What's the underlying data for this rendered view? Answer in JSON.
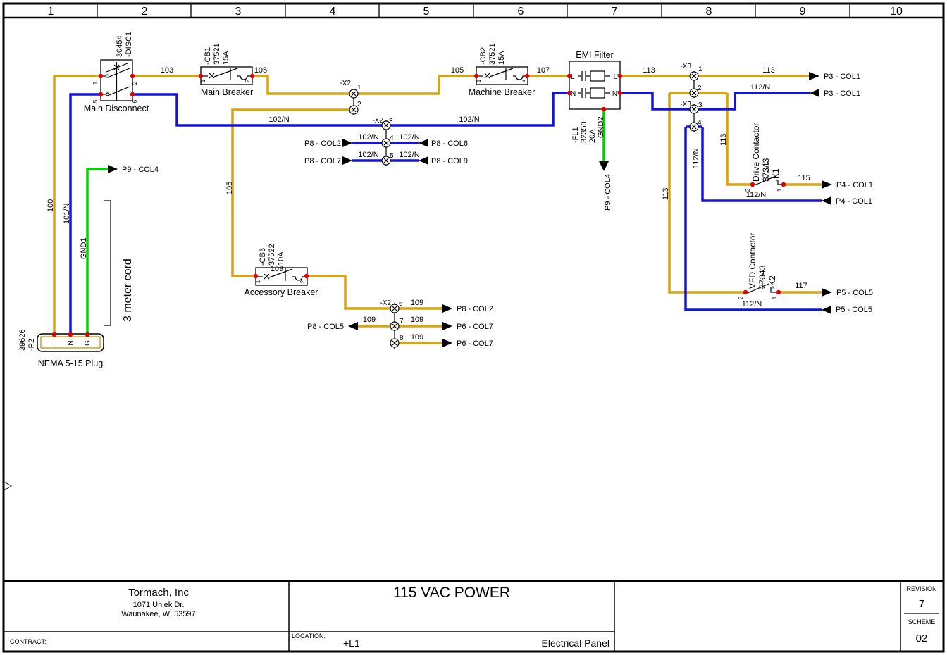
{
  "ruler": {
    "cols": [
      "1",
      "2",
      "3",
      "4",
      "5",
      "6",
      "7",
      "8",
      "9",
      "10"
    ]
  },
  "frame": {
    "side_marker": ">"
  },
  "terminals": {
    "x2": "-X2",
    "x3": "-X3"
  },
  "pins": {
    "p1": "1",
    "p2": "2",
    "p3": "3",
    "p4": "4",
    "p5": "5",
    "p6": "6",
    "p7": "7",
    "p8": "8"
  },
  "components": {
    "main_disconnect": {
      "name": "Main Disconnect",
      "part": "30454",
      "tag": "-DISC1",
      "pin1": "1",
      "pin2": "2",
      "pin5": "5",
      "pin6": "6"
    },
    "main_breaker": {
      "name": "Main Breaker",
      "tag": "-CB1",
      "part": "37521",
      "rating": "15A"
    },
    "machine_breaker": {
      "name": "Machine Breaker",
      "tag": "-CB2",
      "part": "37521",
      "rating": "15A"
    },
    "accessory_breaker": {
      "name": "Accessory Breaker",
      "tag": "-CB3",
      "part": "37522",
      "rating": "10A"
    },
    "emi_filter": {
      "name": "EMI Filter",
      "tag": "-FL1",
      "part": "32350",
      "rating": "20A",
      "t_l": "L",
      "t_n": "N",
      "t_lp": "L'",
      "t_np": "N'"
    },
    "drive_contactor": {
      "name": "Drive Contactor",
      "part": "37343",
      "tag": "-K1"
    },
    "vfd_contactor": {
      "name": "VFD Contactor",
      "part": "37343",
      "tag": "-K2"
    },
    "plug": {
      "name": "NEMA 5-15 Plug",
      "part": "39626",
      "tag": "-P2",
      "pin_l": "L",
      "pin_n": "N",
      "pin_g": "G",
      "cord": "3 meter cord"
    }
  },
  "nets": {
    "n100": "100",
    "n101": "101/N",
    "n102": "102/N",
    "n103": "103",
    "n105": "105",
    "n107": "107",
    "n109": "109",
    "n112": "112/N",
    "n113": "113",
    "n115": "115",
    "n117": "117",
    "gnd1": "GND1",
    "gnd2": "GND2"
  },
  "links": {
    "p3_col1": "P3 - COL1",
    "p4_col1": "P4 - COL1",
    "p5_col5": "P5 - COL5",
    "p6_col7": "P6 - COL7",
    "p8_col2": "P8 - COL2",
    "p8_col5": "P8 - COL5",
    "p8_col6": "P8 - COL6",
    "p8_col7": "P8 - COL7",
    "p8_col9": "P8 - COL9",
    "p9_col4": "P9 - COL4"
  },
  "title_block": {
    "company": "Tormach, Inc",
    "address_line1": "1071 Uniek Dr.",
    "address_line2": "Waunakee, WI 53597",
    "contract_label": "CONTRACT:",
    "drawing_title": "115 VAC POWER",
    "location_label": "LOCATION:",
    "location_value": "+L1",
    "location_desc": "Electrical Panel",
    "revision_label": "REVISION",
    "revision_value": "7",
    "scheme_label": "SCHEME",
    "scheme_value": "02"
  },
  "colors": {
    "line": "#d6a416",
    "neutral": "#1414d7",
    "ground": "#00d200",
    "junction": "#de0000"
  }
}
